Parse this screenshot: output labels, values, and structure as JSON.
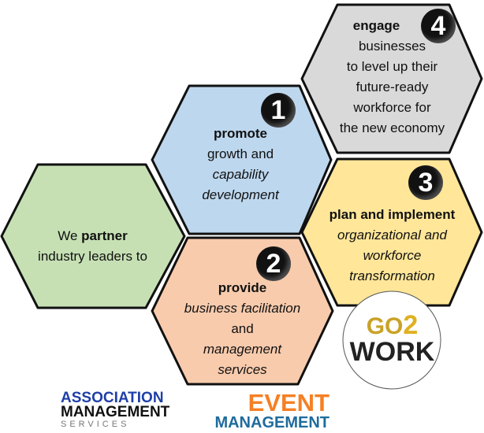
{
  "colors": {
    "green": "#c6e0b4",
    "blue": "#bdd7ee",
    "orange": "#f8cbad",
    "grey": "#d9d9d9",
    "yellow": "#ffe699"
  },
  "intro": {
    "pre": "We",
    "bold": "partner",
    "line2": "industry leaders to"
  },
  "steps": [
    {
      "number": "1",
      "title": "promote",
      "lines": [
        "growth and"
      ],
      "italic": [
        "capability",
        "development"
      ]
    },
    {
      "number": "2",
      "title": "provide",
      "italic": [
        "business facilitation"
      ],
      "lines": [
        "and"
      ],
      "italic2": [
        "management",
        "services"
      ]
    },
    {
      "number": "3",
      "title": "plan and implement",
      "italic": [
        "organizational and",
        "workforce",
        "transformation"
      ]
    },
    {
      "number": "4",
      "title": "engage",
      "lines": [
        "businesses",
        "to level up their",
        "future-ready",
        "workforce for",
        "the new economy"
      ]
    }
  ],
  "logos": {
    "go2work": {
      "go": "GO",
      "two": "2",
      "work": "WORK"
    },
    "ams": {
      "l1": "ASSOCIATION",
      "l2": "MANAGEMENT",
      "l3": "SERVICES"
    },
    "event": {
      "l1": "EVENT",
      "l2": "MANAGEMENT"
    }
  }
}
